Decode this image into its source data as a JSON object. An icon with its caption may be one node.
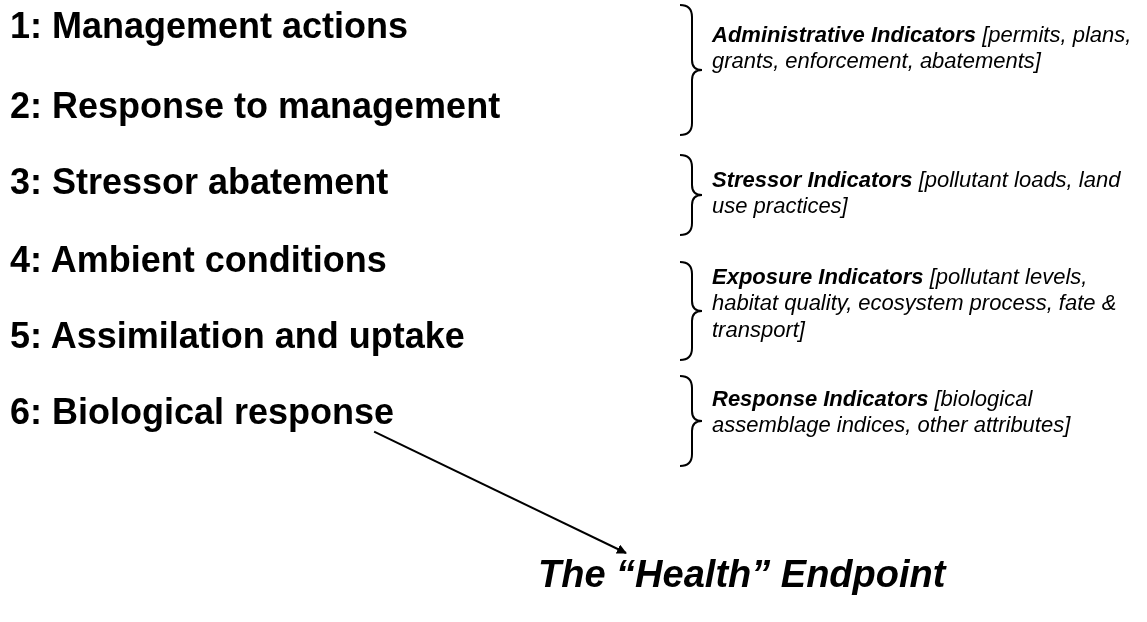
{
  "diagram": {
    "nodes": [
      {
        "text": [
          "6: Biological response"
        ]
      },
      {
        "text": [
          "The “Health” Endpoint"
        ]
      }
    ],
    "edges": [
      {
        "from": 0,
        "to": 1,
        "arrow": "to"
      }
    ],
    "labels": [
      "1: Management actions",
      "**Administrative Indicators** [permits, plans, grants, enforcement, abatements]",
      "2: Response to management",
      "3: Stressor abatement",
      "**Stressor Indicators** [pollutant loads, land use practices]",
      "4: Ambient conditions",
      "**Exposure Indicators** [pollutant levels, habitat quality, ecosystem process, fate & transport]",
      "5: Assimilation and uptake",
      "**Response Indicators** [biological assemblage indices, other attributes]"
    ]
  }
}
